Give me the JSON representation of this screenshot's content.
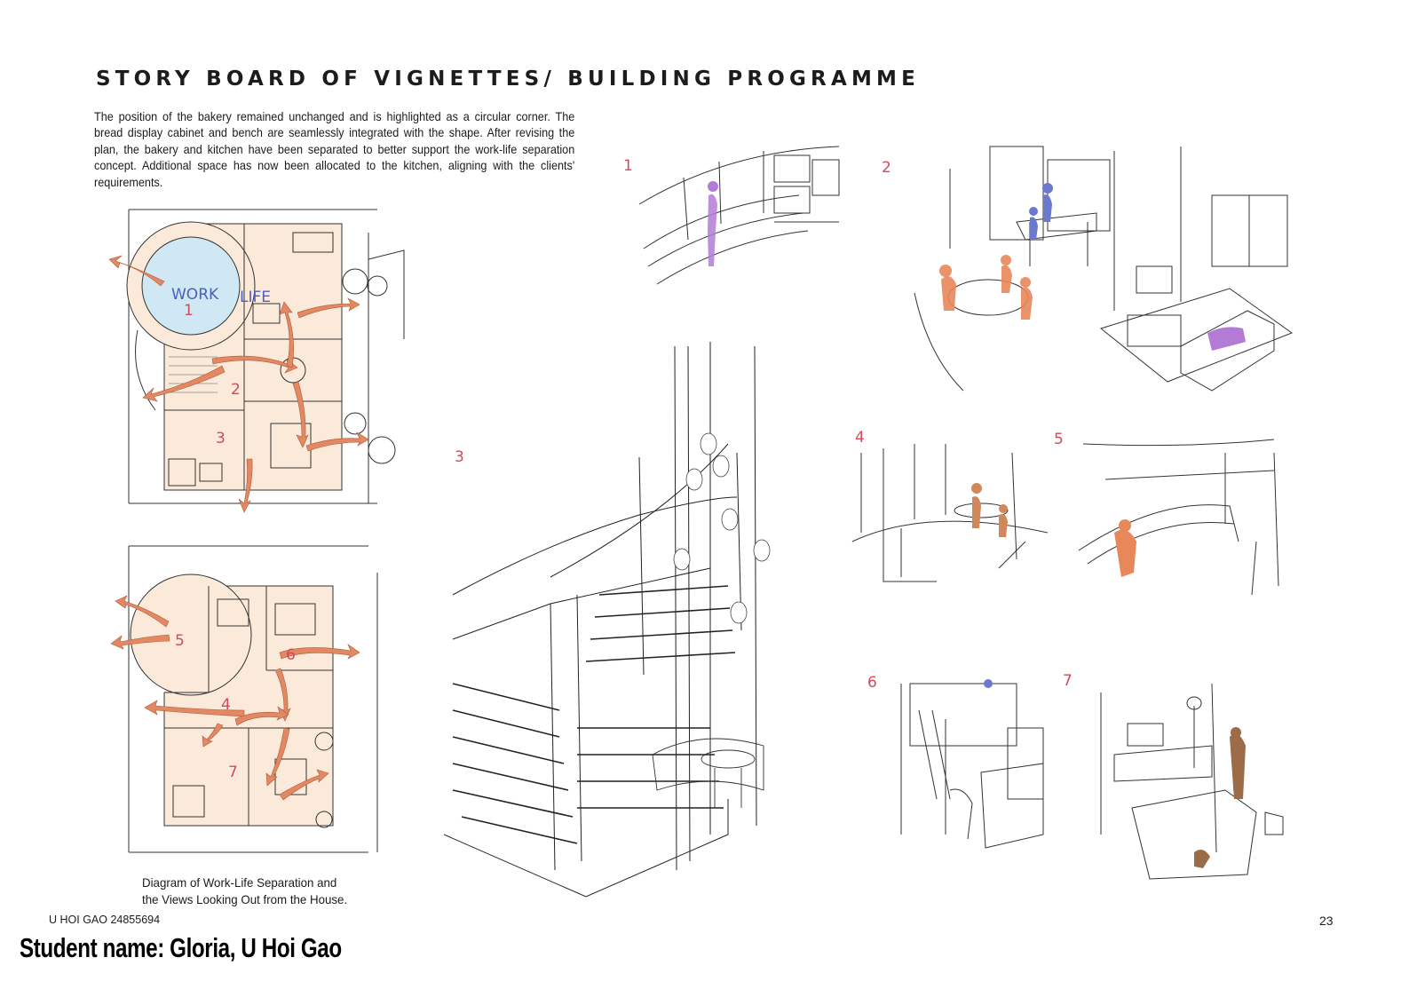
{
  "title": "STORY BOARD OF VIGNETTES/ BUILDING PROGRAMME",
  "intro": "The position of the bakery remained unchanged and is highlighted as a circular corner. The bread display cabinet and bench are seamlessly integrated with the shape. After revising the plan, the bakery and kitchen have been separated to better support the work-life separation concept. Additional space has now been allocated to the kitchen, aligning with the clients' requirements.",
  "plan_labels": {
    "work": "WORK",
    "life": "LIFE"
  },
  "vignette_numbers": [
    "1",
    "2",
    "3",
    "4",
    "5",
    "6",
    "7"
  ],
  "caption_line1": "Diagram of Work-Life Separation and",
  "caption_line2": "the Views Looking Out from the House.",
  "author_id": "U HOI GAO 24855694",
  "page_number": "23",
  "student_name": "Student name: Gloria, U Hoi Gao",
  "colors": {
    "arrow": "#e28863",
    "plan_fill": "#fbe9d9",
    "work_zone": "#cfe8f3",
    "figure_orange": "#e8875a",
    "figure_purple": "#b37bd6",
    "figure_blue": "#6a78d0",
    "number_red": "#d24a5e"
  }
}
